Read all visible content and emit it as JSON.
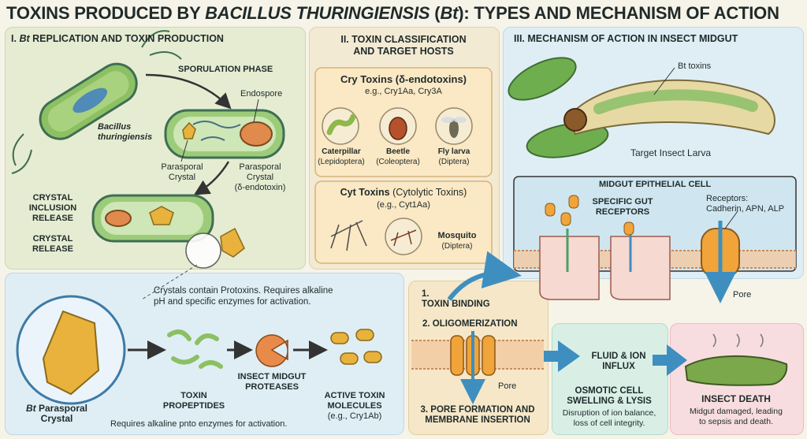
{
  "title": {
    "part1": "TOXINS PRODUCED BY ",
    "italic": "BACILLUS THURINGIENSIS",
    "part2": " (",
    "abbr": "Bt",
    "part3": "): TYPES AND MECHANISM OF ACTION"
  },
  "section1": {
    "heading_num": "I.",
    "heading_bt": "Bt",
    "heading_rest": "REPLICATION AND TOXIN PRODUCTION",
    "sporulation": "SPORULATION PHASE",
    "bacillus_1": "Bacillus",
    "bacillus_2": "thuringiensis",
    "endospore": "Endospore",
    "parasporal_crystal_1": "Parasporal",
    "parasporal_crystal_2": "Crystal",
    "parasporal_delta_1": "Parasporal",
    "parasporal_delta_2": "Crystal",
    "parasporal_delta_3": "(δ-endotoxin)",
    "crystal_inclusion_1": "CRYSTAL",
    "crystal_inclusion_2": "INCLUSION",
    "crystal_inclusion_3": "RELEASE",
    "crystal_release_1": "CRYSTAL",
    "crystal_release_2": "RELEASE"
  },
  "section2": {
    "heading_1": "II. TOXIN CLASSIFICATION",
    "heading_2": "AND TARGET HOSTS",
    "cry_title": "Cry Toxins (δ-endotoxins)",
    "cry_eg": "e.g., Cry1Aa, Cry3A",
    "hosts": [
      {
        "name": "Caterpillar",
        "order": "(Lepidoptera)"
      },
      {
        "name": "Beetle",
        "order": "(Coleoptera)"
      },
      {
        "name": "Fly larva",
        "order": "(Diptera)"
      }
    ],
    "cyt_title_bold": "Cyt Toxins",
    "cyt_title_rest": " (Cytolytic Toxins)",
    "cyt_eg": "(e.g., Cyt1Aa)",
    "mosquito": "Mosquito",
    "mosquito_order": "(Diptera)"
  },
  "section3": {
    "heading": "III. MECHANISM OF ACTION IN INSECT MIDGUT",
    "bt_toxins": "Bt toxins",
    "target_larva": "Target Insect Larva",
    "midgut_cell": "MIDGUT EPITHELIAL CELL",
    "specific_1": "SPECIFIC GUT",
    "specific_2": "RECEPTORS",
    "receptors_1": "Receptors:",
    "receptors_2": "Cadherin, APN, ALP",
    "pore": "Pore"
  },
  "activation": {
    "note_1": "Crystals contain Protoxins. Requires alkaline",
    "note_2": "pH and specific enzymes for activation.",
    "crystal_bt": "Bt",
    "crystal_1": " Parasporal",
    "crystal_2": "Crystal",
    "propeptides_1": "TOXIN",
    "propeptides_2": "PROPEPTIDES",
    "proteases_1": "INSECT MIDGUT",
    "proteases_2": "PROTEASES",
    "active_1": "ACTIVE TOXIN",
    "active_2": "MOLECULES",
    "active_3": "(e.g., Cry1Ab)",
    "footnote": "Requires alkaline pnto enzymes for activation."
  },
  "steps": {
    "s1_num": "1.",
    "s1": "TOXIN BINDING",
    "s2": "2. OLIGOMERIZATION",
    "pore": "Pore",
    "s3_1": "3. PORE FORMATION AND",
    "s3_2": "MEMBRANE INSERTION",
    "fluid_1": "FLUID & ION",
    "fluid_2": "INFLUX",
    "osmotic_1": "OSMOTIC CELL",
    "osmotic_2": "SWELLING & LYSIS",
    "osmotic_3": "Disruption of ion balance,",
    "osmotic_4": "loss of cell integrity.",
    "death": "INSECT DEATH",
    "death_1": "Midgut damaged, leading",
    "death_2": "to sepsis and death."
  },
  "colors": {
    "panel_green": "#e6ecd2",
    "panel_blue": "#dfeef5",
    "panel_tan": "#f5e7c8",
    "panel_pink": "#f8dde0",
    "arrow_blue": "#3e8fbf",
    "crystal_gold": "#e8b23c",
    "bacteria_green": "#8cc063"
  }
}
